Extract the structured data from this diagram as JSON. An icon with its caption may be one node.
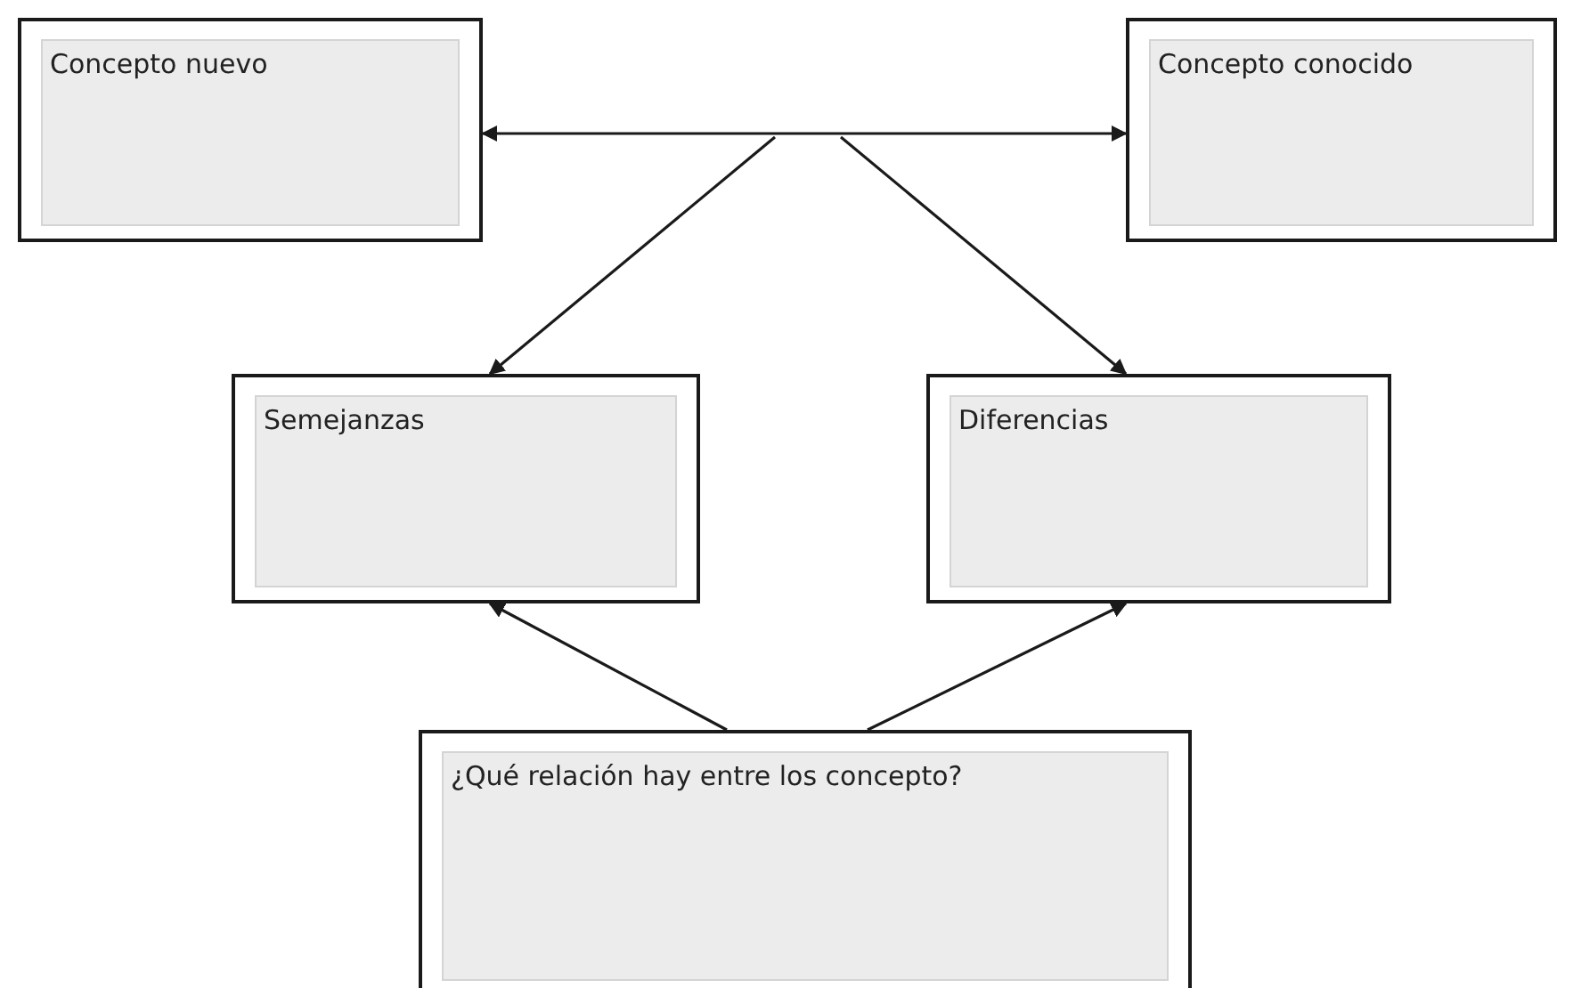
{
  "diagram": {
    "nodes": [
      {
        "text": [
          "Concepto nuevo"
        ]
      },
      {
        "text": [
          "Concepto conocido"
        ]
      },
      {
        "text": [
          "Semejanzas"
        ]
      },
      {
        "text": [
          "Diferencias"
        ]
      },
      {
        "text": [
          "¿Qué relación hay entre los concepto?"
        ]
      }
    ],
    "edges": [
      {
        "from": 0,
        "to": 1,
        "arrow": "both"
      },
      {
        "from": null,
        "to": 2,
        "arrow": "to"
      },
      {
        "from": null,
        "to": 3,
        "arrow": "to"
      },
      {
        "from": 4,
        "to": 2,
        "arrow": "to"
      },
      {
        "from": 4,
        "to": 3,
        "arrow": "to"
      }
    ]
  }
}
